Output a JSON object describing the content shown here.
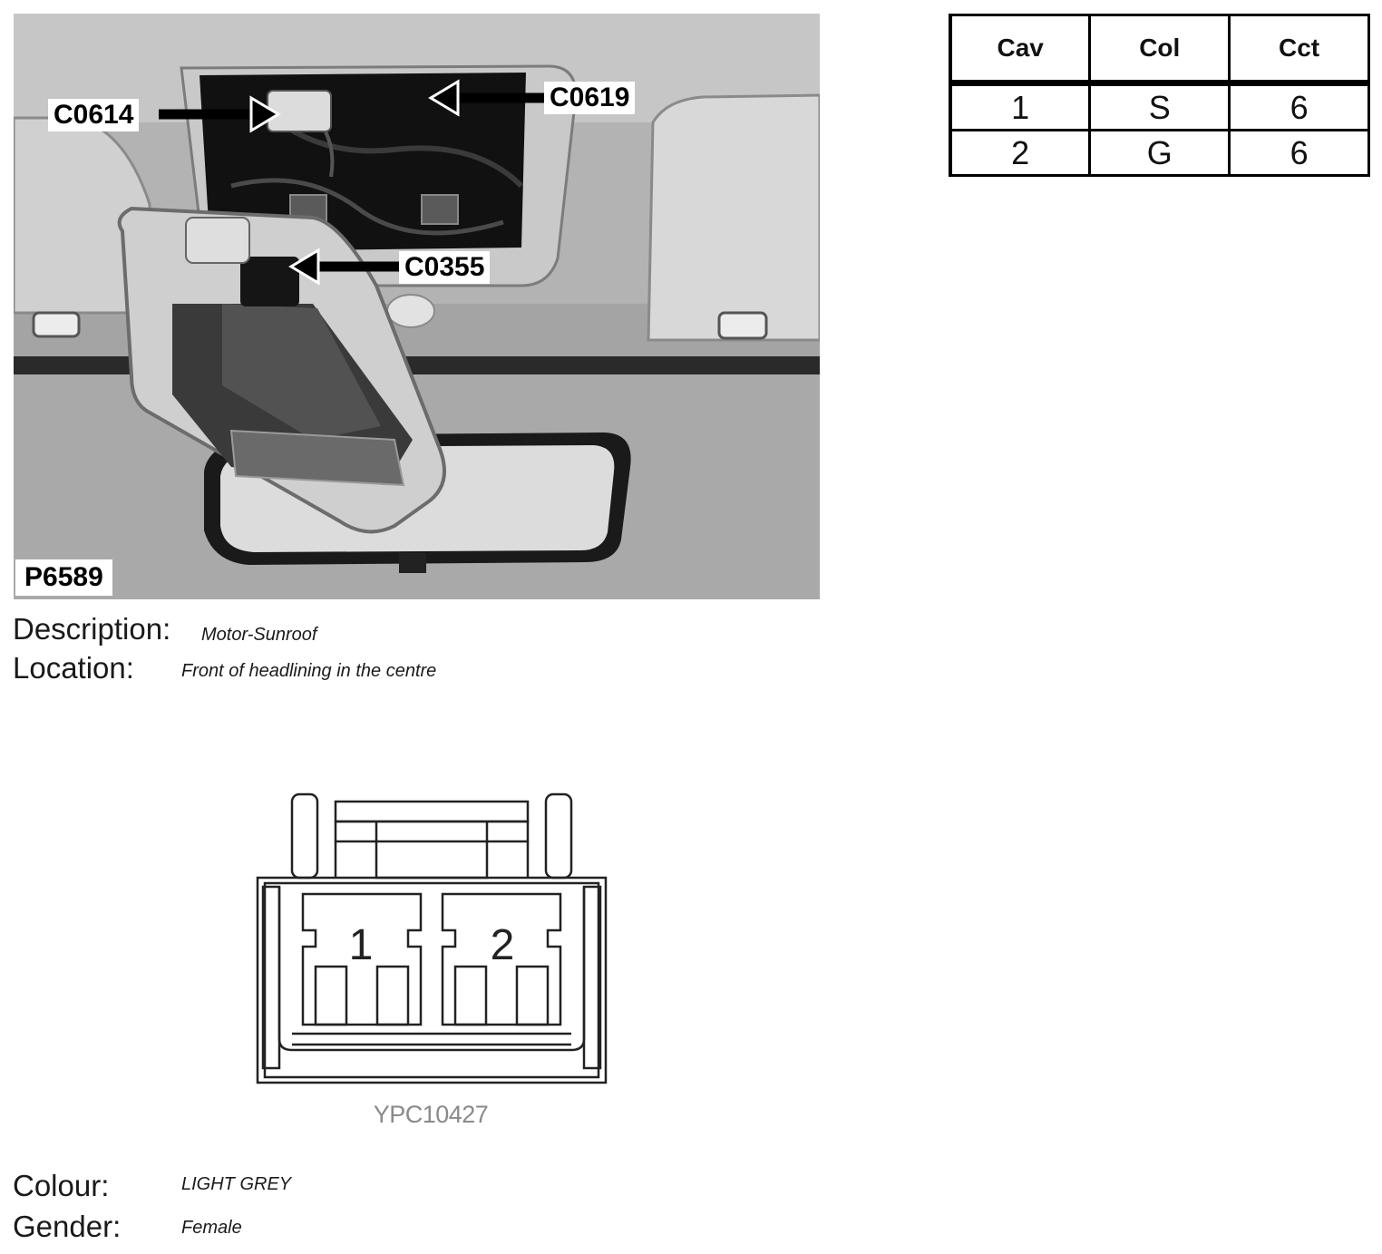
{
  "photo": {
    "reference": "P6589",
    "callouts": {
      "c0614": "C0614",
      "c0619": "C0619",
      "c0355": "C0355"
    }
  },
  "pin_table": {
    "headers": [
      "Cav",
      "Col",
      "Cct"
    ],
    "rows": [
      [
        "1",
        "S",
        "6"
      ],
      [
        "2",
        "G",
        "6"
      ]
    ]
  },
  "description": {
    "label": "Description:",
    "value": "Motor-Sunroof"
  },
  "location": {
    "label": "Location:",
    "value": "Front of headlining in the centre"
  },
  "connector": {
    "cavity_labels": [
      "1",
      "2"
    ],
    "reference": "YPC10427"
  },
  "colour": {
    "label": "Colour:",
    "value": "LIGHT GREY"
  },
  "gender": {
    "label": "Gender:",
    "value": "Female"
  }
}
